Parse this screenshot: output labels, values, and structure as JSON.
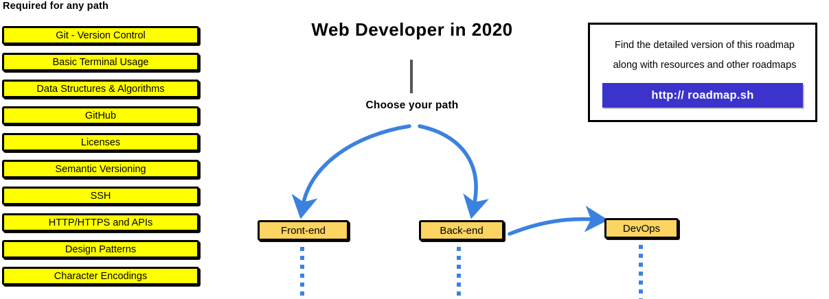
{
  "left_panel": {
    "heading": "Required for any path",
    "items": [
      {
        "label": "Git - Version Control"
      },
      {
        "label": "Basic Terminal Usage"
      },
      {
        "label": "Data Structures & Algorithms"
      },
      {
        "label": "GitHub"
      },
      {
        "label": "Licenses"
      },
      {
        "label": "Semantic Versioning"
      },
      {
        "label": "SSH"
      },
      {
        "label": "HTTP/HTTPS and APIs"
      },
      {
        "label": "Design Patterns"
      },
      {
        "label": "Character Encodings"
      }
    ]
  },
  "center": {
    "title": "Web Developer in 2020",
    "choose_label": "Choose your path",
    "paths": [
      {
        "label": "Front-end"
      },
      {
        "label": "Back-end"
      },
      {
        "label": "DevOps"
      }
    ]
  },
  "info_card": {
    "line1": "Find the detailed version of this roadmap",
    "line2": "along with resources and other roadmaps",
    "button_label": "http:// roadmap.sh"
  },
  "colors": {
    "required_box_fill": "#ffff00",
    "path_box_fill": "#fcd462",
    "box_border": "#000000",
    "arrow_blue": "#3b82e0",
    "button_blue": "#3b33cc",
    "stem_gray": "#555555",
    "text": "#000000",
    "background": "#ffffff"
  }
}
